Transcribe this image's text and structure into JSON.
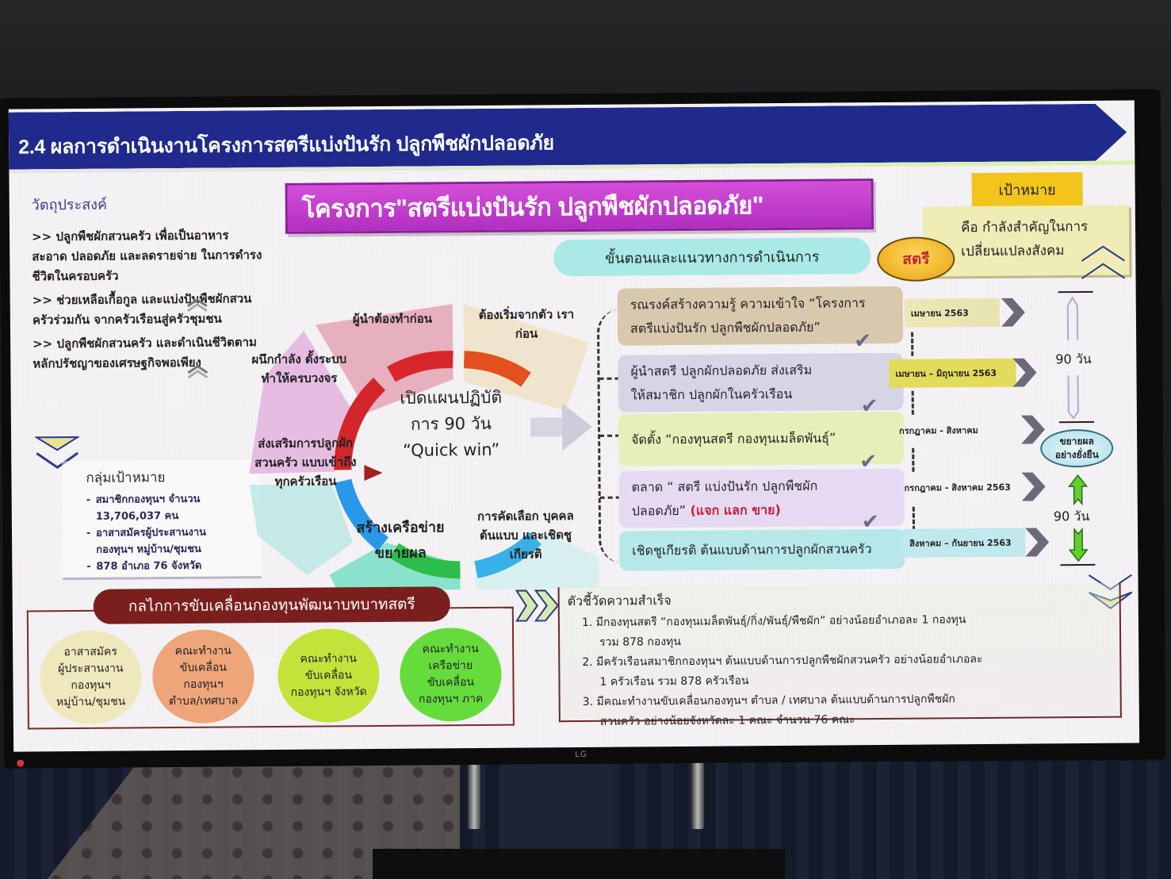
{
  "header": {
    "title": "2.4 ผลการดำเนินงานโครงการสตรีแบ่งปันรัก ปลูกพืชผักปลอดภัย",
    "bar_color": "#1f2a8c"
  },
  "banner": {
    "title": "โครงการ\"สตรีแบ่งปันรัก ปลูกพืชผักปลอดภัย\"",
    "color": "#c33fcf"
  },
  "objectives": {
    "heading": "วัตถุประสงค์",
    "items": [
      ">> ปลูกพืชผักสวนครัว เพื่อเป็นอาหารสะอาด ปลอดภัย และลดรายจ่าย ในการดำรงชีวิตในครอบครัว",
      ">> ช่วยเหลือเกื้อกูล และแบ่งปันพืชผักสวนครัวร่วมกัน จากครัวเรือนสู่ครัวชุมชน",
      ">> ปลูกพืชผักสวนครัว และดำเนินชีวิตตามหลักปรัชญาของเศรษฐกิจพอเพียง"
    ]
  },
  "target_group": {
    "heading": "กลุ่มเป้าหมาย",
    "items": [
      {
        "line1": "สมาชิกกองทุนฯ จำนวน",
        "line2": "13,706,037 คน"
      },
      {
        "line1": "อาสาสมัครผู้ประสานงาน",
        "line2": "กองทุนฯ หมู่บ้าน/ชุมชน"
      },
      {
        "line1": "878 อำเภอ 76 จังหวัด",
        "line2": ""
      }
    ]
  },
  "wheel": {
    "center_line1": "เปิดแผนปฏิบัติ",
    "center_line2": "การ 90 วัน",
    "center_line3": "“Quick win”",
    "segments": [
      {
        "label": "ผู้นำต้องทำก่อน",
        "color": "#e6a9b8"
      },
      {
        "label": "ต้องเริ่มจากตัว เราก่อน",
        "color": "#efe3c8"
      },
      {
        "label": "ผนึกกำลัง ตั้งระบบ ทำให้ครบวงจร",
        "color": "#e6b6e0"
      },
      {
        "label": "ส่งเสริมการปลูกผักสวนครัว แบบเข้าถึงทุกครัวเรือน",
        "color": "#bfe8e4"
      },
      {
        "label": "สร้างเครือข่าย ขยายผล",
        "color": "#7fe0c8"
      },
      {
        "label": "การคัดเลือก บุคคลต้นแบบ และเชิดชูเกียรติ",
        "color": "#d4f0ee"
      }
    ]
  },
  "goal": {
    "tag": "เป้าหมาย",
    "line1": "คือ กำลังสำคัญในการ",
    "line2": "เปลี่ยนแปลงสังคม",
    "badge": "สตรี"
  },
  "steps": {
    "heading": "ขั้นตอนและแนวทางการดำเนินการ",
    "items": [
      {
        "line1": "รณรงค์สร้างความรู้ ความเข้าใจ “โครงการ",
        "line2": "สตรีแบ่งปันรัก ปลูกพืชผักปลอดภัย”",
        "period": "เมษายน 2563"
      },
      {
        "line1": "ผู้นำสตรี ปลูกผักปลอดภัย ส่งเสริม",
        "line2": "ให้สมาชิก ปลูกผักในครัวเรือน",
        "period": "เมษายน – มิถุนายน 2563"
      },
      {
        "line1": "จัดตั้ง “กองทุนสตรี กองทุนเมล็ดพันธุ์”",
        "line2": "",
        "period": "กรกฎาคม - สิงหาคม"
      },
      {
        "line1": "ตลาด    “ สตรี  แบ่งปันรัก ปลูกพืชผัก",
        "line2": "ปลอดภัย”",
        "line2_red": " (แจก  แลก ขาย)",
        "period": "กรกฎาคม - สิงหาคม 2563"
      },
      {
        "line1": "เชิดชูเกียรติ ต้นแบบด้านการปลูกผักสวนครัว",
        "line2": "",
        "period": "สิงหาคม – กันยายน 2563"
      }
    ]
  },
  "duration": {
    "first": "90 วัน",
    "second": "90 วัน",
    "expand_line1": "ขยายผล",
    "expand_line2": "อย่างยั่งยืน"
  },
  "mechanism": {
    "title": "กลไกการขับเคลื่อนกองทุนพัฒนาบทบาทสตรี",
    "circles": [
      {
        "lines": [
          "อาสาสมัคร",
          "ผู้ประสานงาน",
          "กองทุนฯ",
          "หมู่บ้าน/ชุมชน"
        ],
        "color": "#efe8bd"
      },
      {
        "lines": [
          "คณะทำงาน",
          "ขับเคลื่อน",
          "กองทุนฯ",
          "ตำบล/เทศบาล"
        ],
        "color": "#eea57a"
      },
      {
        "lines": [
          "คณะทำงาน",
          "ขับเคลื่อน",
          "กองทุนฯ จังหวัด"
        ],
        "color": "#c2e33a"
      },
      {
        "lines": [
          "คณะทำงาน",
          "เครือข่าย",
          "ขับเคลื่อน",
          "กองทุนฯ ภาค"
        ],
        "color": "#66dc3c"
      }
    ]
  },
  "kpi": {
    "heading": "ตัวชี้วัดความสำเร็จ",
    "items": [
      {
        "line1": "1. มีกองทุนสตรี “กองทุนเมล็ดพันธุ์/กิ่ง/พันธุ์/พืชผัก” อย่างน้อยอำเภอละ 1 กองทุน",
        "line2": "รวม 878 กองทุน"
      },
      {
        "line1": "2. มีครัวเรือนสมาชิกกองทุนฯ ต้นแบบด้านการปลูกพืชผักสวนครัว อย่างน้อยอำเภอละ",
        "line2": "1 ครัวเรือน รวม 878 ครัวเรือน"
      },
      {
        "line1": "3. มีคณะทำงานขับเคลื่อนกองทุนฯ ตำบล / เทศบาล ต้นแบบด้านการปลูกพืชผัก",
        "line2": "สวนครัว อย่างน้อยจังหวัดละ 1 คณะ จำนวน 76 คณะ"
      }
    ]
  },
  "tv": {
    "brand": "LG"
  }
}
